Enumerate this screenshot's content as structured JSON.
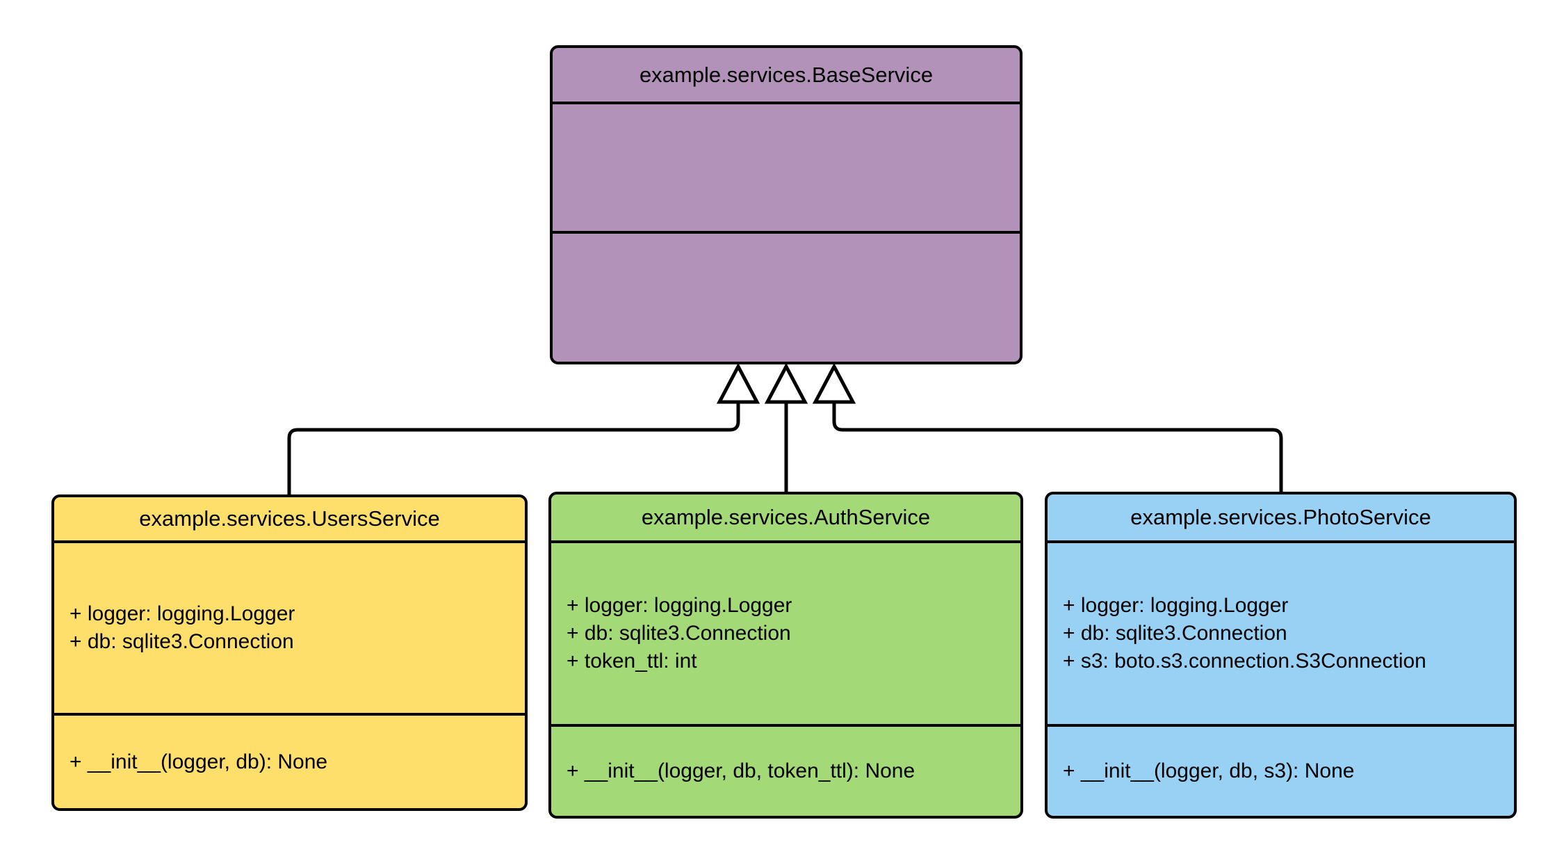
{
  "diagram": {
    "kind": "uml-class-diagram",
    "background_color": "#ffffff",
    "line_color": "#000000",
    "relationship": "generalization"
  },
  "classes": {
    "base": {
      "name": "example.services.BaseService",
      "fill_color": "#b392ba",
      "attributes": [],
      "methods": []
    },
    "users": {
      "name": "example.services.UsersService",
      "fill_color": "#ffdf6b",
      "attributes": [
        "+ logger: logging.Logger",
        "+ db: sqlite3.Connection"
      ],
      "methods": [
        "+ __init__(logger, db): None"
      ]
    },
    "auth": {
      "name": "example.services.AuthService",
      "fill_color": "#a3d977",
      "attributes": [
        "+ logger: logging.Logger",
        "+ db: sqlite3.Connection",
        "+ token_ttl: int"
      ],
      "methods": [
        "+ __init__(logger, db, token_ttl): None"
      ]
    },
    "photo": {
      "name": "example.services.PhotoService",
      "fill_color": "#99d1f5",
      "attributes": [
        "+ logger: logging.Logger",
        "+ db: sqlite3.Connection",
        "+ s3: boto.s3.connection.S3Connection"
      ],
      "methods": [
        "+ __init__(logger, db, s3): None"
      ]
    }
  },
  "edges": [
    {
      "from": "example.services.UsersService",
      "to": "example.services.BaseService",
      "type": "inheritance"
    },
    {
      "from": "example.services.AuthService",
      "to": "example.services.BaseService",
      "type": "inheritance"
    },
    {
      "from": "example.services.PhotoService",
      "to": "example.services.BaseService",
      "type": "inheritance"
    }
  ]
}
